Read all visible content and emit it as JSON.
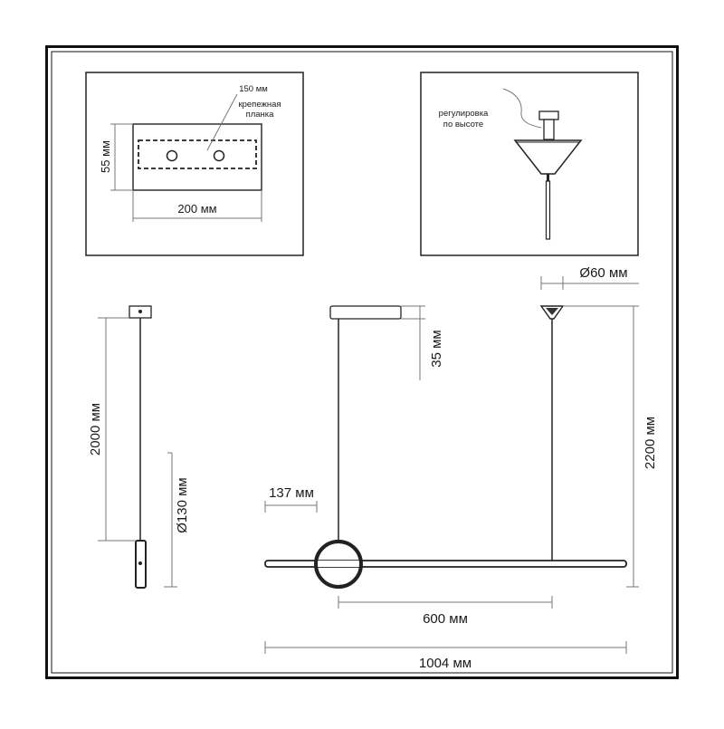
{
  "labels": {
    "plate_length": "150 мм",
    "plate_caption_line1": "крепежная",
    "plate_caption_line2": "планка",
    "canopy_height": "55 мм",
    "canopy_width": "200 мм",
    "height_adjust_line1": "регулировка",
    "height_adjust_line2": "по высоте",
    "cup_diameter": "Ø60 мм",
    "cable_length": "2000 мм",
    "ring_diameter": "Ø130 мм",
    "canopy_thickness": "35 мм",
    "total_height": "2200 мм",
    "ring_width": "137 мм",
    "suspension_spacing": "600 мм",
    "total_length": "1004 мм"
  },
  "colors": {
    "line": "#222222",
    "dimension": "#777777",
    "frame": "#111111",
    "background": "#ffffff"
  }
}
